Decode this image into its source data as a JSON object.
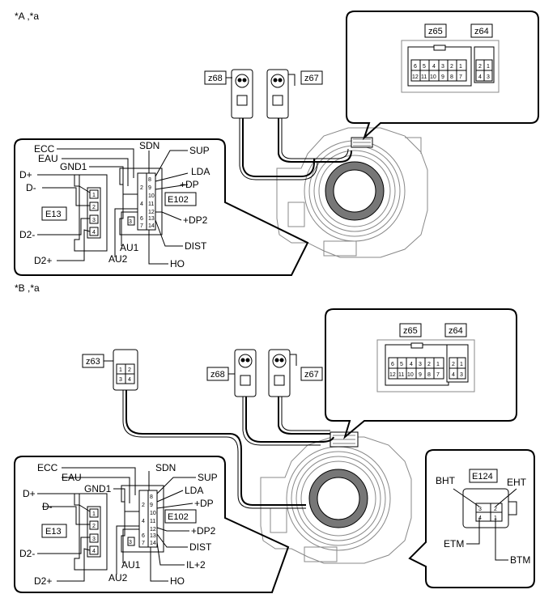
{
  "diagram_a": {
    "variant": "*A ,*a",
    "callout_connectors": {
      "left": "z65",
      "right": "z64"
    },
    "z65_pins_top": [
      "6",
      "5",
      "4",
      "3",
      "2",
      "1"
    ],
    "z65_pins_bottom": [
      "12",
      "11",
      "10",
      "9",
      "8",
      "7"
    ],
    "z64_pins_top": [
      "2",
      "1"
    ],
    "z64_pins_bottom": [
      "4",
      "3"
    ],
    "connector_labels": {
      "z68": "z68",
      "z67": "z67"
    },
    "inset": {
      "e13": "E13",
      "e102": "E102",
      "e13_pins": [
        "1",
        "2",
        "3",
        "4"
      ],
      "e102_pins_left": [
        "",
        "2",
        "",
        "4",
        "",
        "6",
        "7"
      ],
      "e102_pins_right": [
        "8",
        "9",
        "10",
        "11",
        "12",
        "13",
        "14"
      ],
      "e102_pin_block": "3",
      "labels": {
        "ecc": "ECC",
        "eau": "EAU",
        "gnd1": "GND1",
        "sdn": "SDN",
        "sup": "SUP",
        "lda": "LDA",
        "dp": "+DP",
        "dp2": "+DP2",
        "dist": "DIST",
        "ho": "HO",
        "au1": "AU1",
        "au2": "AU2",
        "dplus": "D+",
        "dminus": "D-",
        "d2minus": "D2-",
        "d2plus": "D2+"
      }
    }
  },
  "diagram_b": {
    "variant": "*B ,*a",
    "callout_connectors": {
      "left": "z65",
      "right": "z64"
    },
    "z65_pins_top": [
      "6",
      "5",
      "4",
      "3",
      "2",
      "1"
    ],
    "z65_pins_bottom": [
      "12",
      "11",
      "10",
      "9",
      "8",
      "7"
    ],
    "z64_pins_top": [
      "2",
      "1"
    ],
    "z64_pins_bottom": [
      "4",
      "3"
    ],
    "connector_labels": {
      "z63": "z63",
      "z68": "z68",
      "z67": "z67"
    },
    "z63_pins": [
      "1",
      "2",
      "3",
      "4"
    ],
    "inset": {
      "e13": "E13",
      "e102": "E102",
      "e13_pins": [
        "1",
        "2",
        "3",
        "4"
      ],
      "e102_pins_left": [
        "",
        "2",
        "",
        "4",
        "",
        "6",
        "7"
      ],
      "e102_pins_right": [
        "8",
        "9",
        "10",
        "11",
        "12",
        "13",
        "14"
      ],
      "e102_pin_block": "3",
      "labels": {
        "ecc": "ECC",
        "eau": "EAU",
        "gnd1": "GND1",
        "sdn": "SDN",
        "sup": "SUP",
        "lda": "LDA",
        "dp": "+DP",
        "dp2": "+DP2",
        "dist": "DIST",
        "il2": "IL+2",
        "ho": "HO",
        "au1": "AU1",
        "au2": "AU2",
        "dplus": "D+",
        "dminus": "D-",
        "d2minus": "D2-",
        "d2plus": "D2+"
      }
    },
    "e124": {
      "label": "E124",
      "pins": [
        "3",
        "2",
        "4",
        "1"
      ],
      "labels": {
        "bht": "BHT",
        "eht": "EHT",
        "etm": "ETM",
        "btm": "BTM"
      }
    }
  }
}
